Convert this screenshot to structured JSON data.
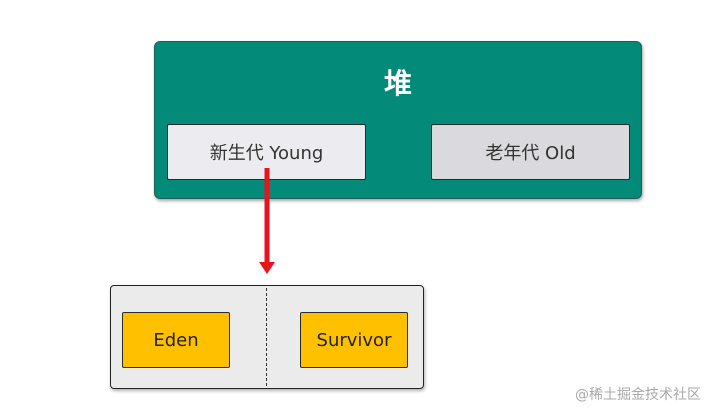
{
  "heap": {
    "title": "堆",
    "young_label": "新生代 Young",
    "old_label": "老年代 Old"
  },
  "young_generation": {
    "eden_label": "Eden",
    "survivor_label": "Survivor"
  },
  "watermark": "@稀土掘金技术社区",
  "colors": {
    "heap_fill": "#048a78",
    "young_fill": "#ececf0",
    "old_fill": "#d9d9de",
    "space_fill": "#ffc000",
    "arrow": "#e8141c",
    "detail_fill": "#ebebeb"
  }
}
